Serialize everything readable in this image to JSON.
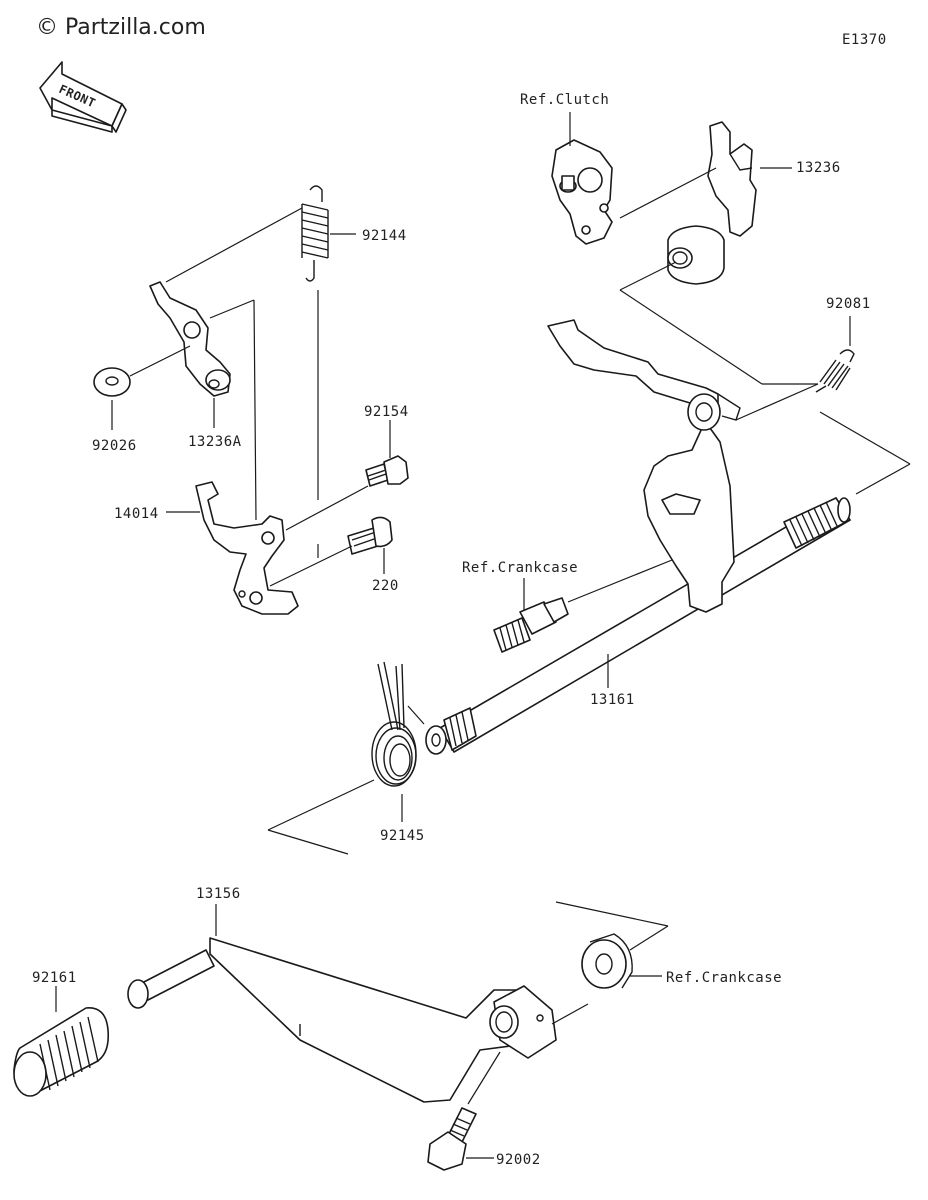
{
  "watermark": "© Partzilla.com",
  "diagram_code": "E1370",
  "front_marker": "FRONT",
  "labels": {
    "ref_clutch": "Ref.Clutch",
    "p13236": "13236",
    "p92144": "92144",
    "p92081": "92081",
    "p92026": "92026",
    "p13236A": "13236A",
    "p92154": "92154",
    "p14014": "14014",
    "p220": "220",
    "ref_crankcase_upper": "Ref.Crankcase",
    "p13161": "13161",
    "p92145": "92145",
    "p13156": "13156",
    "p92161": "92161",
    "ref_crankcase_lower": "Ref.Crankcase",
    "p92002": "92002"
  }
}
